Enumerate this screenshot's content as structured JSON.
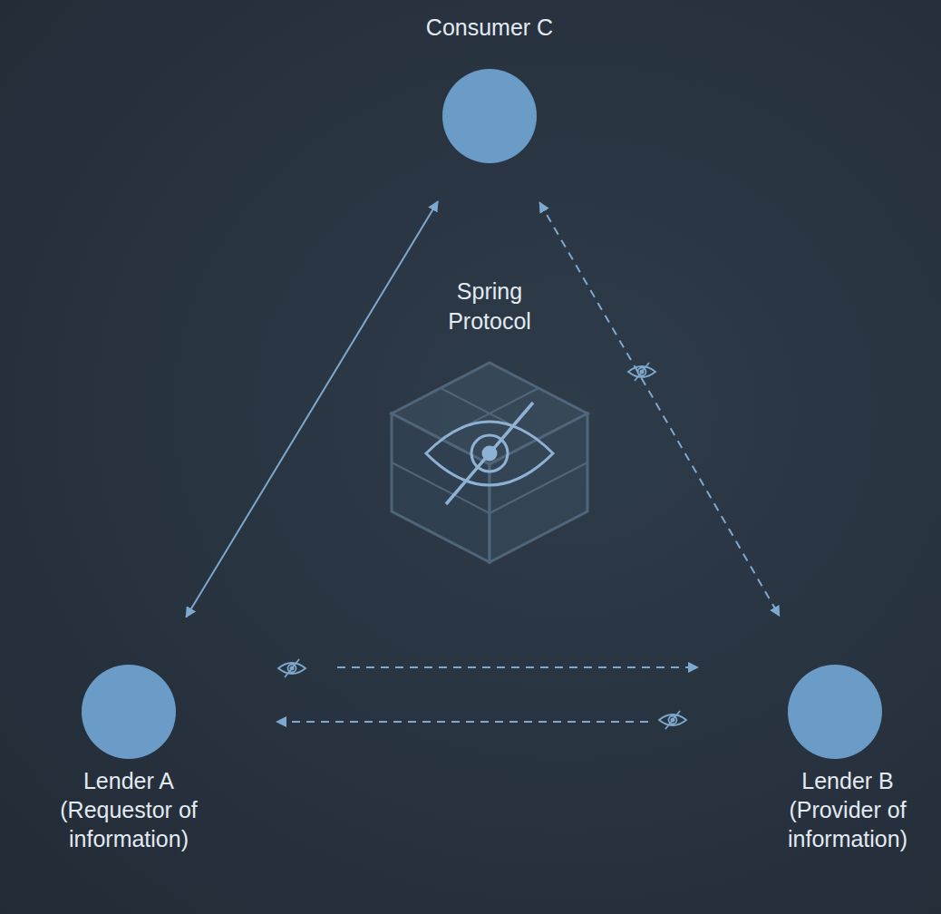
{
  "diagram": {
    "nodes": [
      {
        "text": [
          "Consumer C"
        ]
      },
      {
        "text": [
          "Lender A",
          "(Requestor of information)"
        ]
      },
      {
        "text": [
          "Lender B",
          "(Provider of information)"
        ]
      }
    ],
    "edges": [
      {
        "from": 1,
        "to": 0,
        "arrow": "both"
      },
      {
        "from": 0,
        "to": 2,
        "arrow": "both"
      },
      {
        "from": 1,
        "to": 2,
        "arrow": "to"
      },
      {
        "from": 2,
        "to": 1,
        "arrow": "to"
      }
    ],
    "labels": [
      "Spring Protocol"
    ]
  }
}
